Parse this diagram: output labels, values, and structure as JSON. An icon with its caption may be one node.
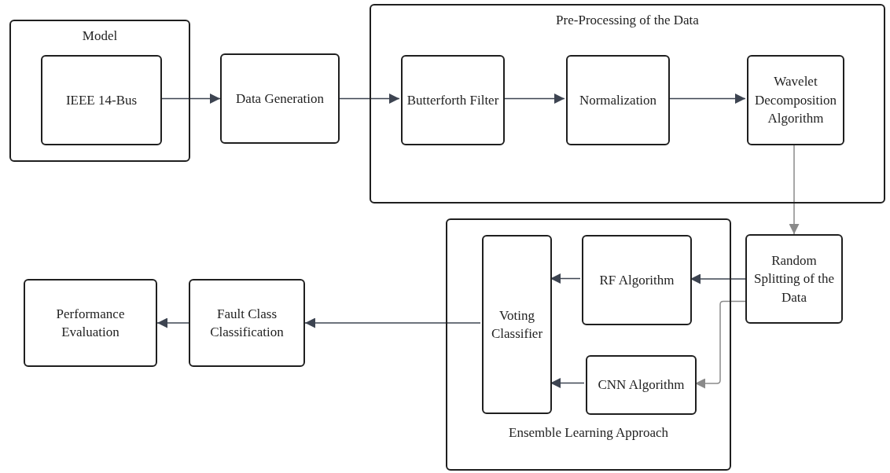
{
  "diagram": {
    "nodes": [
      {
        "text": [
          "Model"
        ]
      },
      {
        "text": [
          "IEEE 14-Bus"
        ],
        "in": 0
      },
      {
        "text": [
          "Data Generation"
        ]
      },
      {
        "text": [
          "Pre-Processing of the Data"
        ]
      },
      {
        "text": [
          "Butterforth Filter"
        ],
        "in": 3
      },
      {
        "text": [
          "Normalization"
        ],
        "in": 3
      },
      {
        "text": [
          "Wavelet Decomposition Algorithm"
        ],
        "in": 3
      },
      {
        "text": [
          "Random Splitting of the Data"
        ]
      },
      {
        "text": [
          "Ensemble Learning Approach"
        ]
      },
      {
        "text": [
          "Voting Classifier"
        ],
        "in": 8
      },
      {
        "text": [
          "RF Algorithm"
        ],
        "in": 8
      },
      {
        "text": [
          "CNN Algorithm"
        ],
        "in": 8
      },
      {
        "text": [
          "Fault Class Classification"
        ]
      },
      {
        "text": [
          "Performance Evaluation"
        ]
      }
    ],
    "edges": [
      {
        "from": 1,
        "to": 2,
        "arrow": "to"
      },
      {
        "from": 2,
        "to": 4,
        "arrow": "to"
      },
      {
        "from": 4,
        "to": 5,
        "arrow": "to"
      },
      {
        "from": 5,
        "to": 6,
        "arrow": "to"
      },
      {
        "from": 6,
        "to": 7,
        "arrow": "to",
        "color": "#8a8a8a"
      },
      {
        "from": 7,
        "to": 10,
        "arrow": "to"
      },
      {
        "from": 7,
        "to": 11,
        "arrow": "to",
        "color": "#8a8a8a"
      },
      {
        "from": 10,
        "to": 9,
        "arrow": "to"
      },
      {
        "from": 11,
        "to": 9,
        "arrow": "to"
      },
      {
        "from": 9,
        "to": 12,
        "arrow": "to"
      },
      {
        "from": 12,
        "to": 13,
        "arrow": "to"
      }
    ]
  }
}
